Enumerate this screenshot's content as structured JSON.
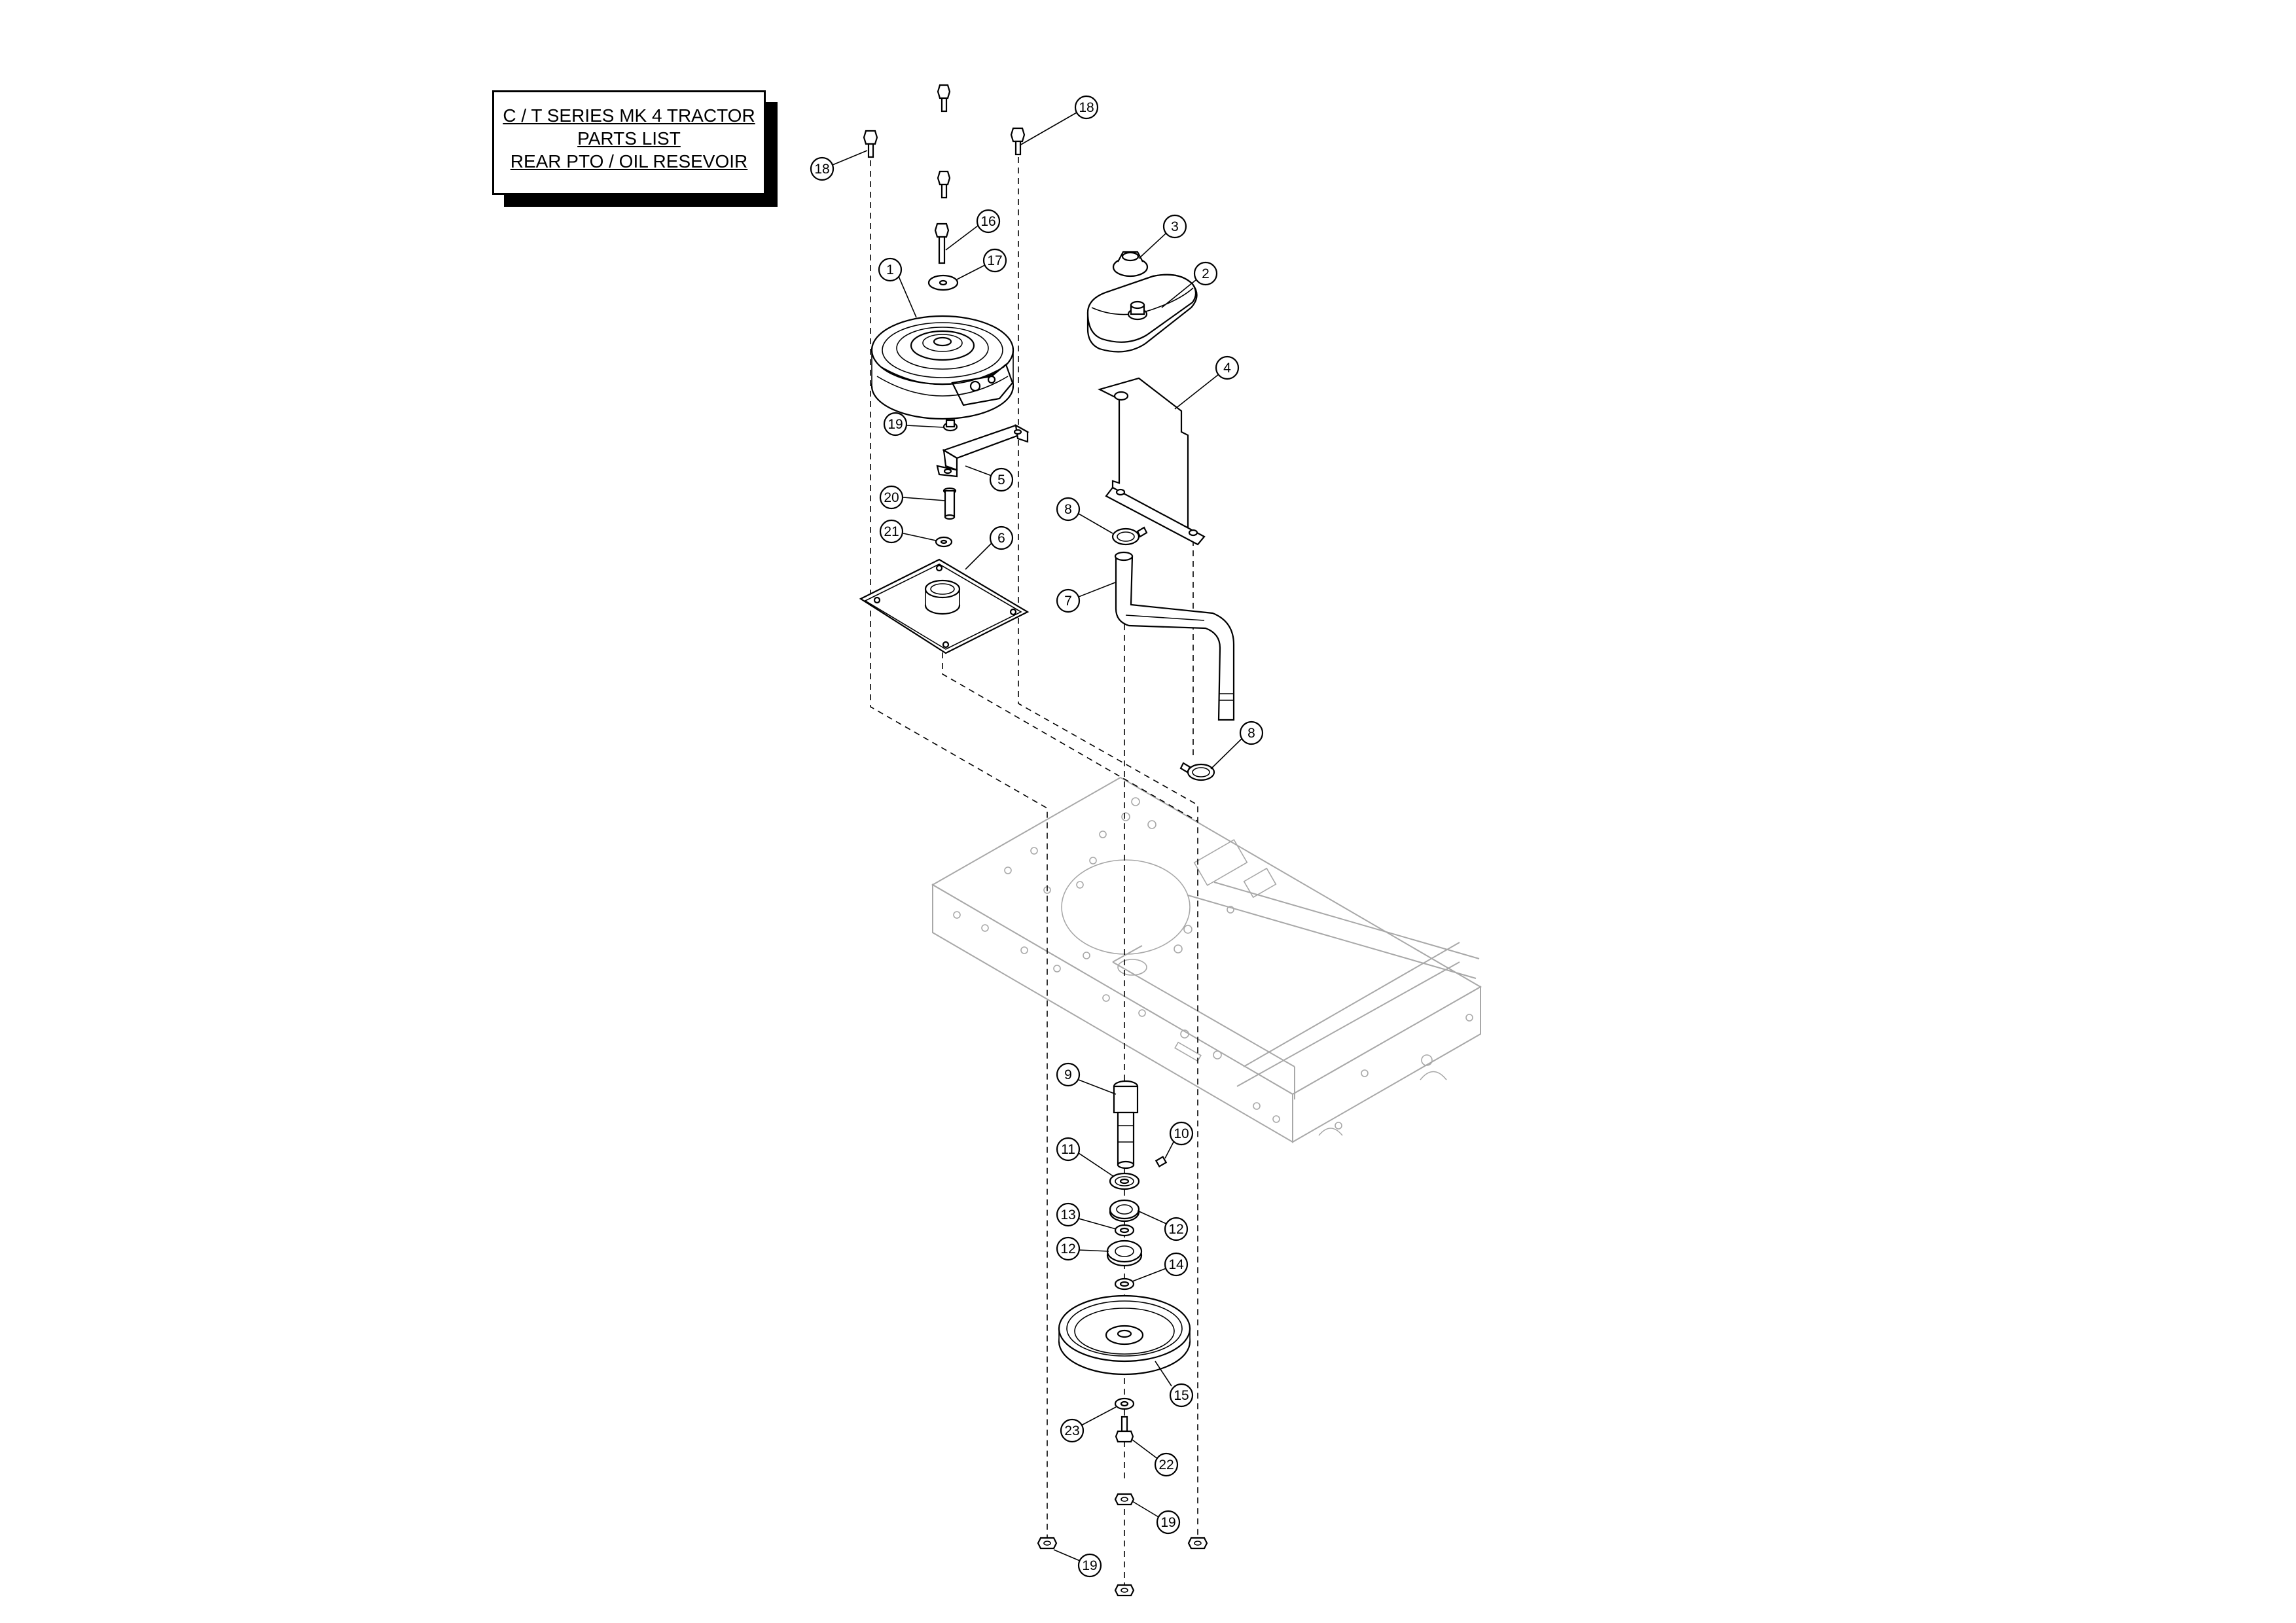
{
  "title": {
    "lines": [
      "C / T SERIES MK 4 TRACTOR",
      "PARTS LIST",
      "REAR PTO / OIL RESEVOIR"
    ]
  },
  "callouts": [
    "18",
    "18",
    "16",
    "17",
    "1",
    "3",
    "2",
    "4",
    "19",
    "5",
    "20",
    "21",
    "6",
    "8",
    "7",
    "8",
    "9",
    "10",
    "11",
    "12",
    "13",
    "12",
    "14",
    "15",
    "23",
    "22",
    "19",
    "19"
  ]
}
